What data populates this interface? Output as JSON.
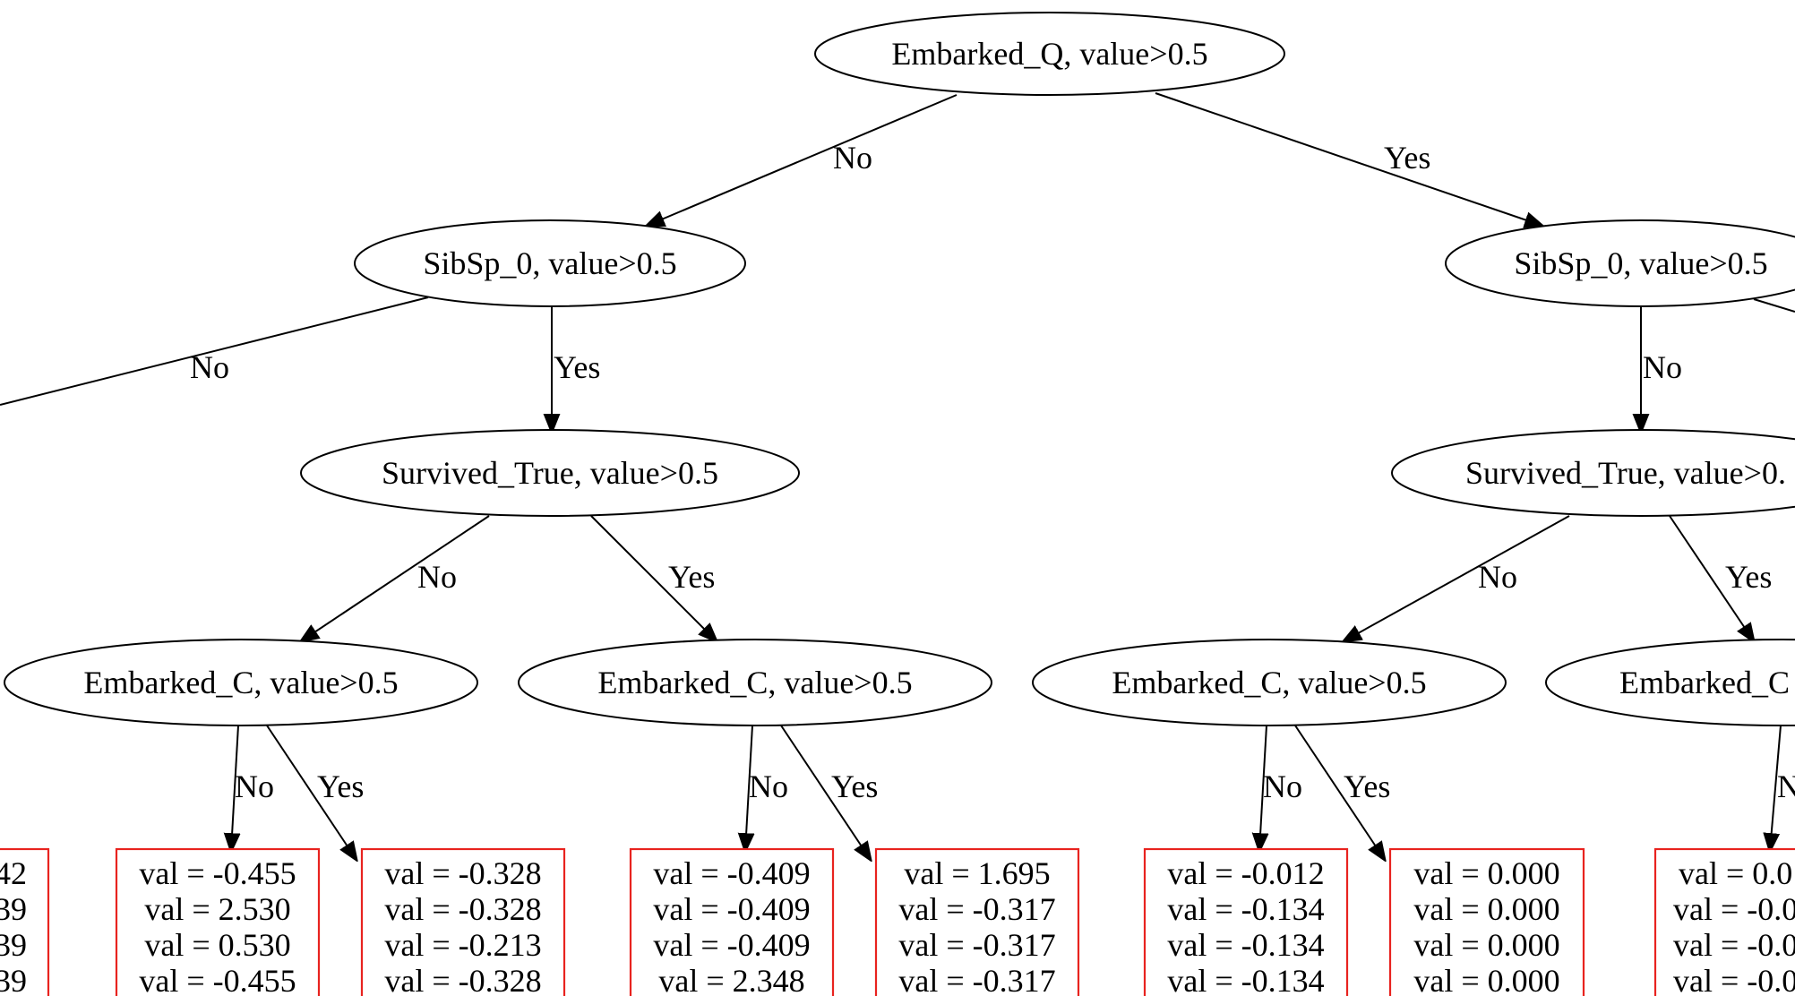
{
  "tree": {
    "nodes": {
      "root": "Embarked_Q, value>0.5",
      "left_sibsp": "SibSp_0, value>0.5",
      "right_sibsp": "SibSp_0, value>0.5",
      "left_survived": "Survived_True, value>0.5",
      "right_survived": "Survived_True, value>0.",
      "embarked_c_1": "Embarked_C, value>0.5",
      "embarked_c_2": "Embarked_C, value>0.5",
      "embarked_c_3": "Embarked_C, value>0.5",
      "embarked_c_4": "Embarked_C"
    },
    "edges": {
      "root_no": "No",
      "root_yes": "Yes",
      "left_sibsp_no": "No",
      "left_sibsp_yes": "Yes",
      "right_sibsp_no": "No",
      "left_survived_no": "No",
      "left_survived_yes": "Yes",
      "right_survived_no": "No",
      "right_survived_yes": "Yes",
      "ec1_no": "No",
      "ec1_yes": "Yes",
      "ec2_no": "No",
      "ec2_yes": "Yes",
      "ec3_no": "No",
      "ec3_yes": "Yes",
      "ec4_no": "N"
    },
    "leaves": {
      "leaf_0": [
        "42",
        "39",
        "39",
        "39"
      ],
      "leaf_1": [
        "val = -0.455",
        "val = 2.530",
        "val = 0.530",
        "val = -0.455"
      ],
      "leaf_2": [
        "val = -0.328",
        "val = -0.328",
        "val = -0.213",
        "val = -0.328"
      ],
      "leaf_3": [
        "val = -0.409",
        "val = -0.409",
        "val = -0.409",
        "val = 2.348"
      ],
      "leaf_4": [
        "val = 1.695",
        "val = -0.317",
        "val = -0.317",
        "val = -0.317"
      ],
      "leaf_5": [
        "val = -0.012",
        "val = -0.134",
        "val = -0.134",
        "val = -0.134"
      ],
      "leaf_6": [
        "val = 0.000",
        "val = 0.000",
        "val = 0.000",
        "val = 0.000"
      ],
      "leaf_7": [
        "val = 0.0",
        "val = -0.0",
        "val = -0.0",
        "val = -0.0"
      ]
    }
  },
  "colors": {
    "edge": "#000000",
    "leaf_border": "#e8231f",
    "node_border": "#000000"
  }
}
